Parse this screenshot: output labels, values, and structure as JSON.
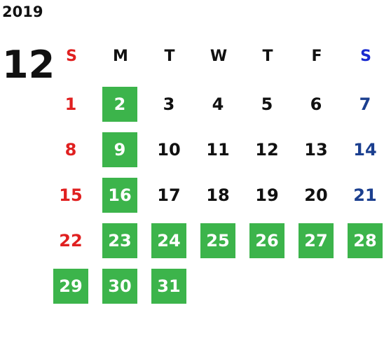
{
  "calendar": {
    "year": "2019",
    "month": "12",
    "weekdays": [
      "S",
      "M",
      "T",
      "W",
      "T",
      "F",
      "S"
    ],
    "colors": {
      "sunday": "#e02020",
      "saturday_header": "#1a2ad0",
      "saturday": "#1b3f8f",
      "highlight": "#3cb44b",
      "text": "#111111"
    },
    "weeks": [
      [
        {
          "d": "1",
          "hl": false
        },
        {
          "d": "2",
          "hl": true
        },
        {
          "d": "3",
          "hl": false
        },
        {
          "d": "4",
          "hl": false
        },
        {
          "d": "5",
          "hl": false
        },
        {
          "d": "6",
          "hl": false
        },
        {
          "d": "7",
          "hl": false
        }
      ],
      [
        {
          "d": "8",
          "hl": false
        },
        {
          "d": "9",
          "hl": true
        },
        {
          "d": "10",
          "hl": false
        },
        {
          "d": "11",
          "hl": false
        },
        {
          "d": "12",
          "hl": false
        },
        {
          "d": "13",
          "hl": false
        },
        {
          "d": "14",
          "hl": false
        }
      ],
      [
        {
          "d": "15",
          "hl": false
        },
        {
          "d": "16",
          "hl": true
        },
        {
          "d": "17",
          "hl": false
        },
        {
          "d": "18",
          "hl": false
        },
        {
          "d": "19",
          "hl": false
        },
        {
          "d": "20",
          "hl": false
        },
        {
          "d": "21",
          "hl": false
        }
      ],
      [
        {
          "d": "22",
          "hl": false
        },
        {
          "d": "23",
          "hl": true
        },
        {
          "d": "24",
          "hl": true
        },
        {
          "d": "25",
          "hl": true
        },
        {
          "d": "26",
          "hl": true
        },
        {
          "d": "27",
          "hl": true
        },
        {
          "d": "28",
          "hl": true
        }
      ],
      [
        {
          "d": "29",
          "hl": true
        },
        {
          "d": "30",
          "hl": true
        },
        {
          "d": "31",
          "hl": true
        },
        {
          "d": "",
          "hl": false
        },
        {
          "d": "",
          "hl": false
        },
        {
          "d": "",
          "hl": false
        },
        {
          "d": "",
          "hl": false
        }
      ]
    ]
  }
}
